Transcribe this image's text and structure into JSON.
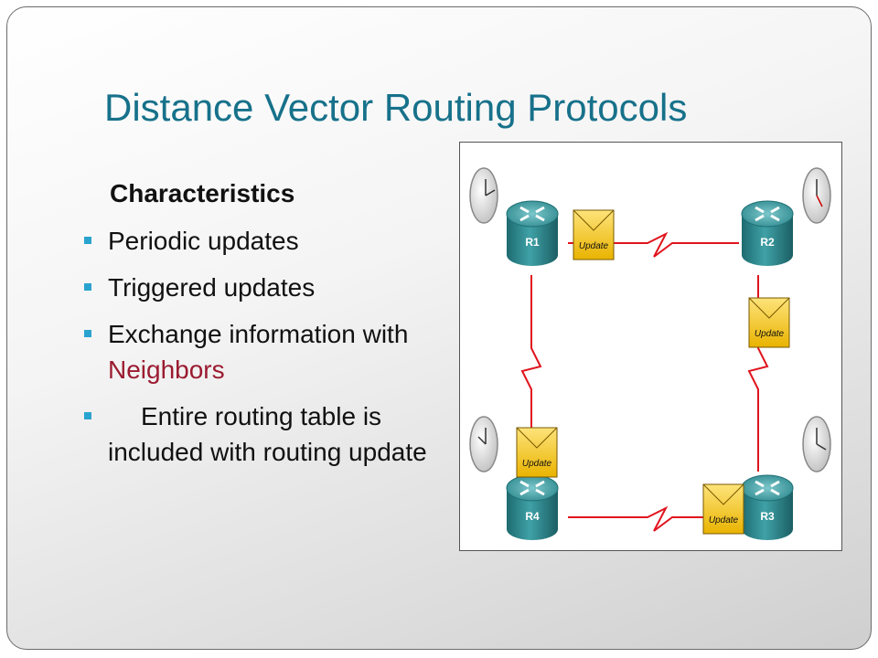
{
  "slide": {
    "title": "Distance Vector Routing Protocols",
    "subtitle": "Characteristics",
    "bullets": {
      "b1": "Periodic updates",
      "b2": "Triggered updates",
      "b3_text": "Exchange information with",
      "b3_highlight": "Neighbors",
      "b4": "Entire routing table is included with routing update"
    }
  },
  "diagram": {
    "routers": {
      "r1": "R1",
      "r2": "R2",
      "r3": "R3",
      "r4": "R4"
    },
    "packet_label": "Update"
  },
  "colors": {
    "title": "#17718a",
    "bullet_marker": "#2aa3cf",
    "highlight": "#9b1b30",
    "link": "#e0141e",
    "router": "#2f8a8f",
    "envelope": "#f2c200"
  }
}
